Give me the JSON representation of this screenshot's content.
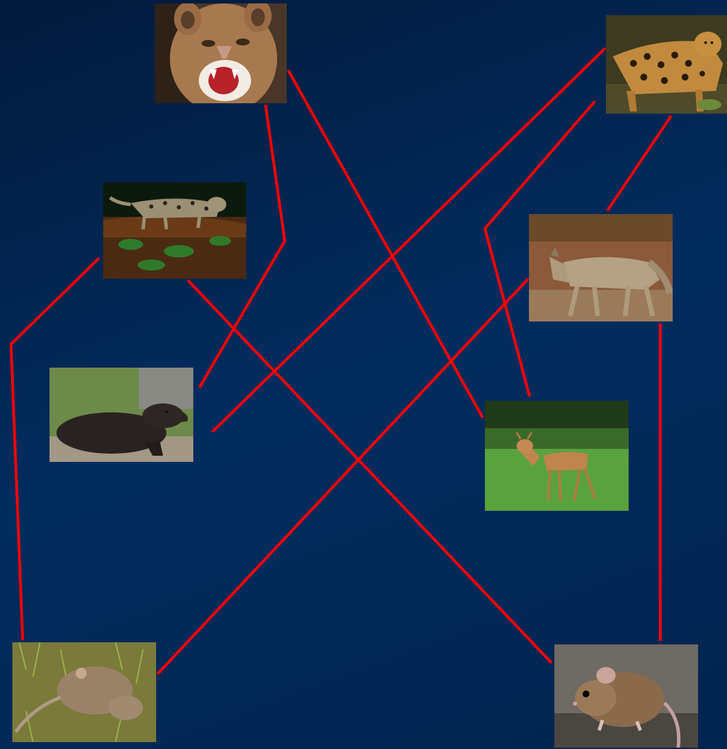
{
  "diagram": {
    "type": "food-web",
    "nodes": [
      {
        "id": "puma",
        "icon": "puma-photo"
      },
      {
        "id": "jaguar",
        "icon": "jaguar-photo"
      },
      {
        "id": "ocelot",
        "icon": "ocelot-photo"
      },
      {
        "id": "coyote",
        "icon": "coyote-photo"
      },
      {
        "id": "tapir",
        "icon": "tapir-photo"
      },
      {
        "id": "deer",
        "icon": "deer-photo"
      },
      {
        "id": "rat",
        "icon": "rat-photo"
      },
      {
        "id": "mouse",
        "icon": "mouse-photo"
      }
    ],
    "edges": [
      {
        "from": "puma",
        "to": "tapir"
      },
      {
        "from": "puma",
        "to": "deer"
      },
      {
        "from": "jaguar",
        "to": "tapir"
      },
      {
        "from": "jaguar",
        "to": "deer"
      },
      {
        "from": "jaguar",
        "to": "coyote"
      },
      {
        "from": "ocelot",
        "to": "rat"
      },
      {
        "from": "ocelot",
        "to": "mouse"
      },
      {
        "from": "coyote",
        "to": "rat"
      },
      {
        "from": "coyote",
        "to": "mouse"
      }
    ],
    "colors": {
      "background": "#022c5e",
      "arrow": "#ff0000"
    }
  }
}
